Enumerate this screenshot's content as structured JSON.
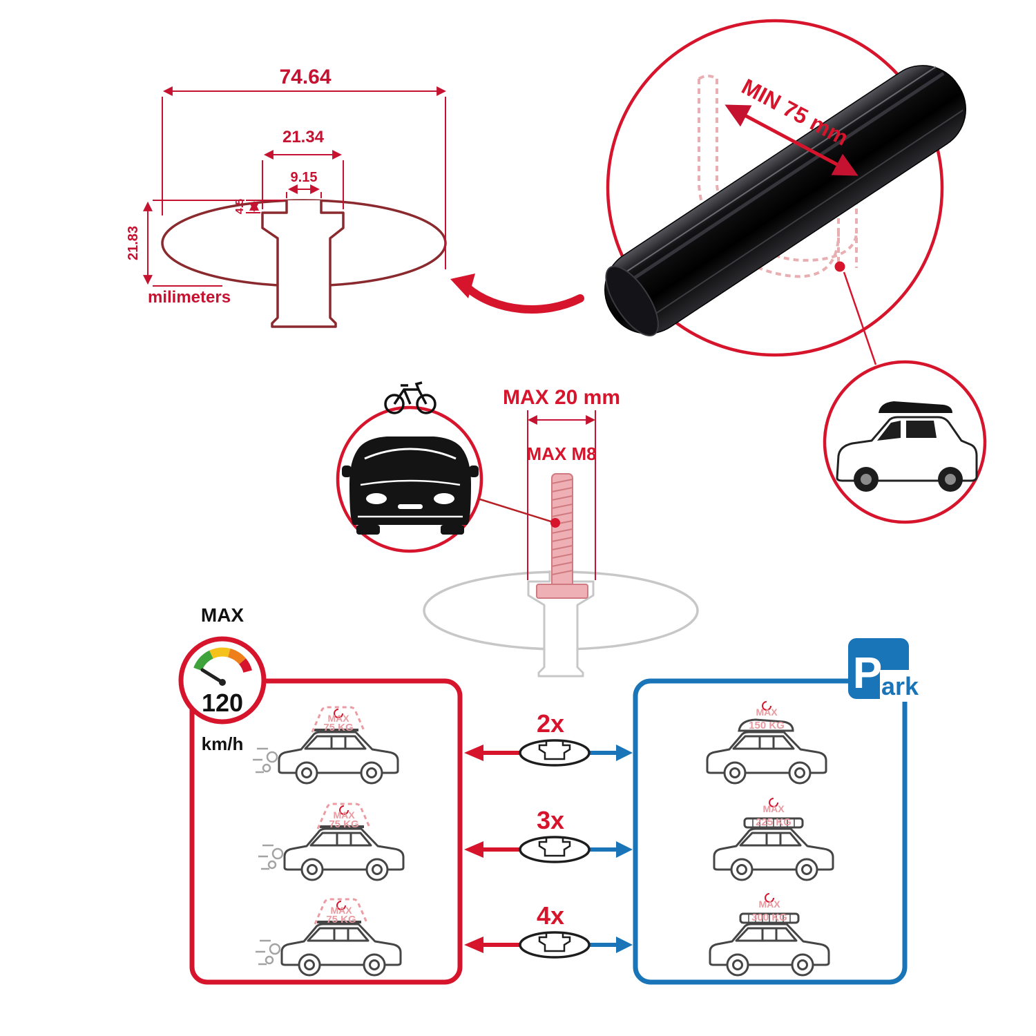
{
  "dim": {
    "total_width": "74.64",
    "channel_width": "21.34",
    "slot_width": "9.15",
    "lip_depth": "4.5",
    "profile_height": "21.83",
    "units": "milimeters"
  },
  "crossbar": {
    "min_label": "MIN 75 mm"
  },
  "bolt": {
    "max_width": "MAX 20 mm",
    "max_thread": "MAX M8"
  },
  "speed": {
    "label": "MAX",
    "value": "120",
    "unit": "km/h"
  },
  "park": {
    "p": "P",
    "ark": "ark"
  },
  "rows": [
    {
      "qty": "2x",
      "left_max": "MAX",
      "left_kg": "75 KG",
      "right_max": "MAX",
      "right_kg": "150 KG"
    },
    {
      "qty": "3x",
      "left_max": "MAX",
      "left_kg": "75 KG",
      "right_max": "MAX",
      "right_kg": "225 KG"
    },
    {
      "qty": "4x",
      "left_max": "MAX",
      "left_kg": "75 KG",
      "right_max": "MAX",
      "right_kg": "300 KG"
    }
  ],
  "colors": {
    "red": "#d6142c",
    "dim_red": "#c41230",
    "maroon": "#8a2a2e",
    "blue": "#1a74b8",
    "pink": "#e89aa1",
    "black": "#141414"
  }
}
